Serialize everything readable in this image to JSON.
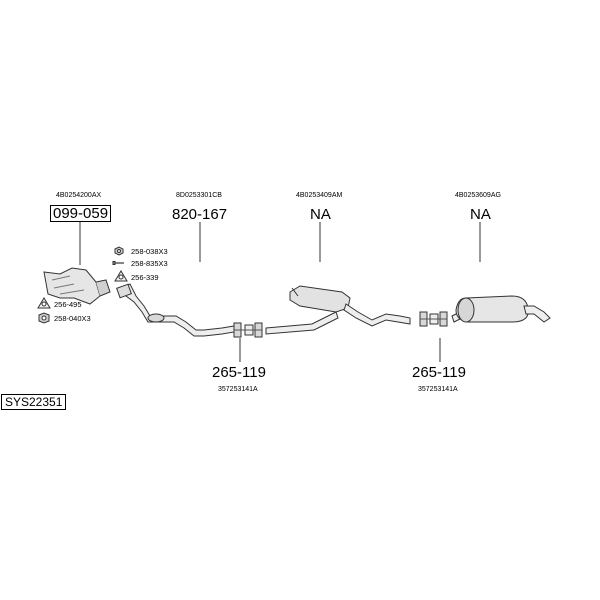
{
  "oe_numbers": {
    "cat": "4B0254200AX",
    "front_pipe": "8D0253301CB",
    "mid_muffler": "4B0253409AM",
    "rear_muffler": "4B0253609AG",
    "clamp1": "357253141A",
    "clamp2": "357253141A"
  },
  "part_numbers": {
    "cat": "099-059",
    "front_pipe": "820-167",
    "mid_muffler": "NA",
    "rear_muffler": "NA",
    "clamp1": "265-119",
    "clamp2": "265-119"
  },
  "small_parts": [
    {
      "label": "258-038X3"
    },
    {
      "label": "258-835X3"
    },
    {
      "label": "256-339"
    },
    {
      "label": "256-495"
    },
    {
      "label": "258-040X3"
    }
  ],
  "system_code": "SYS22351"
}
